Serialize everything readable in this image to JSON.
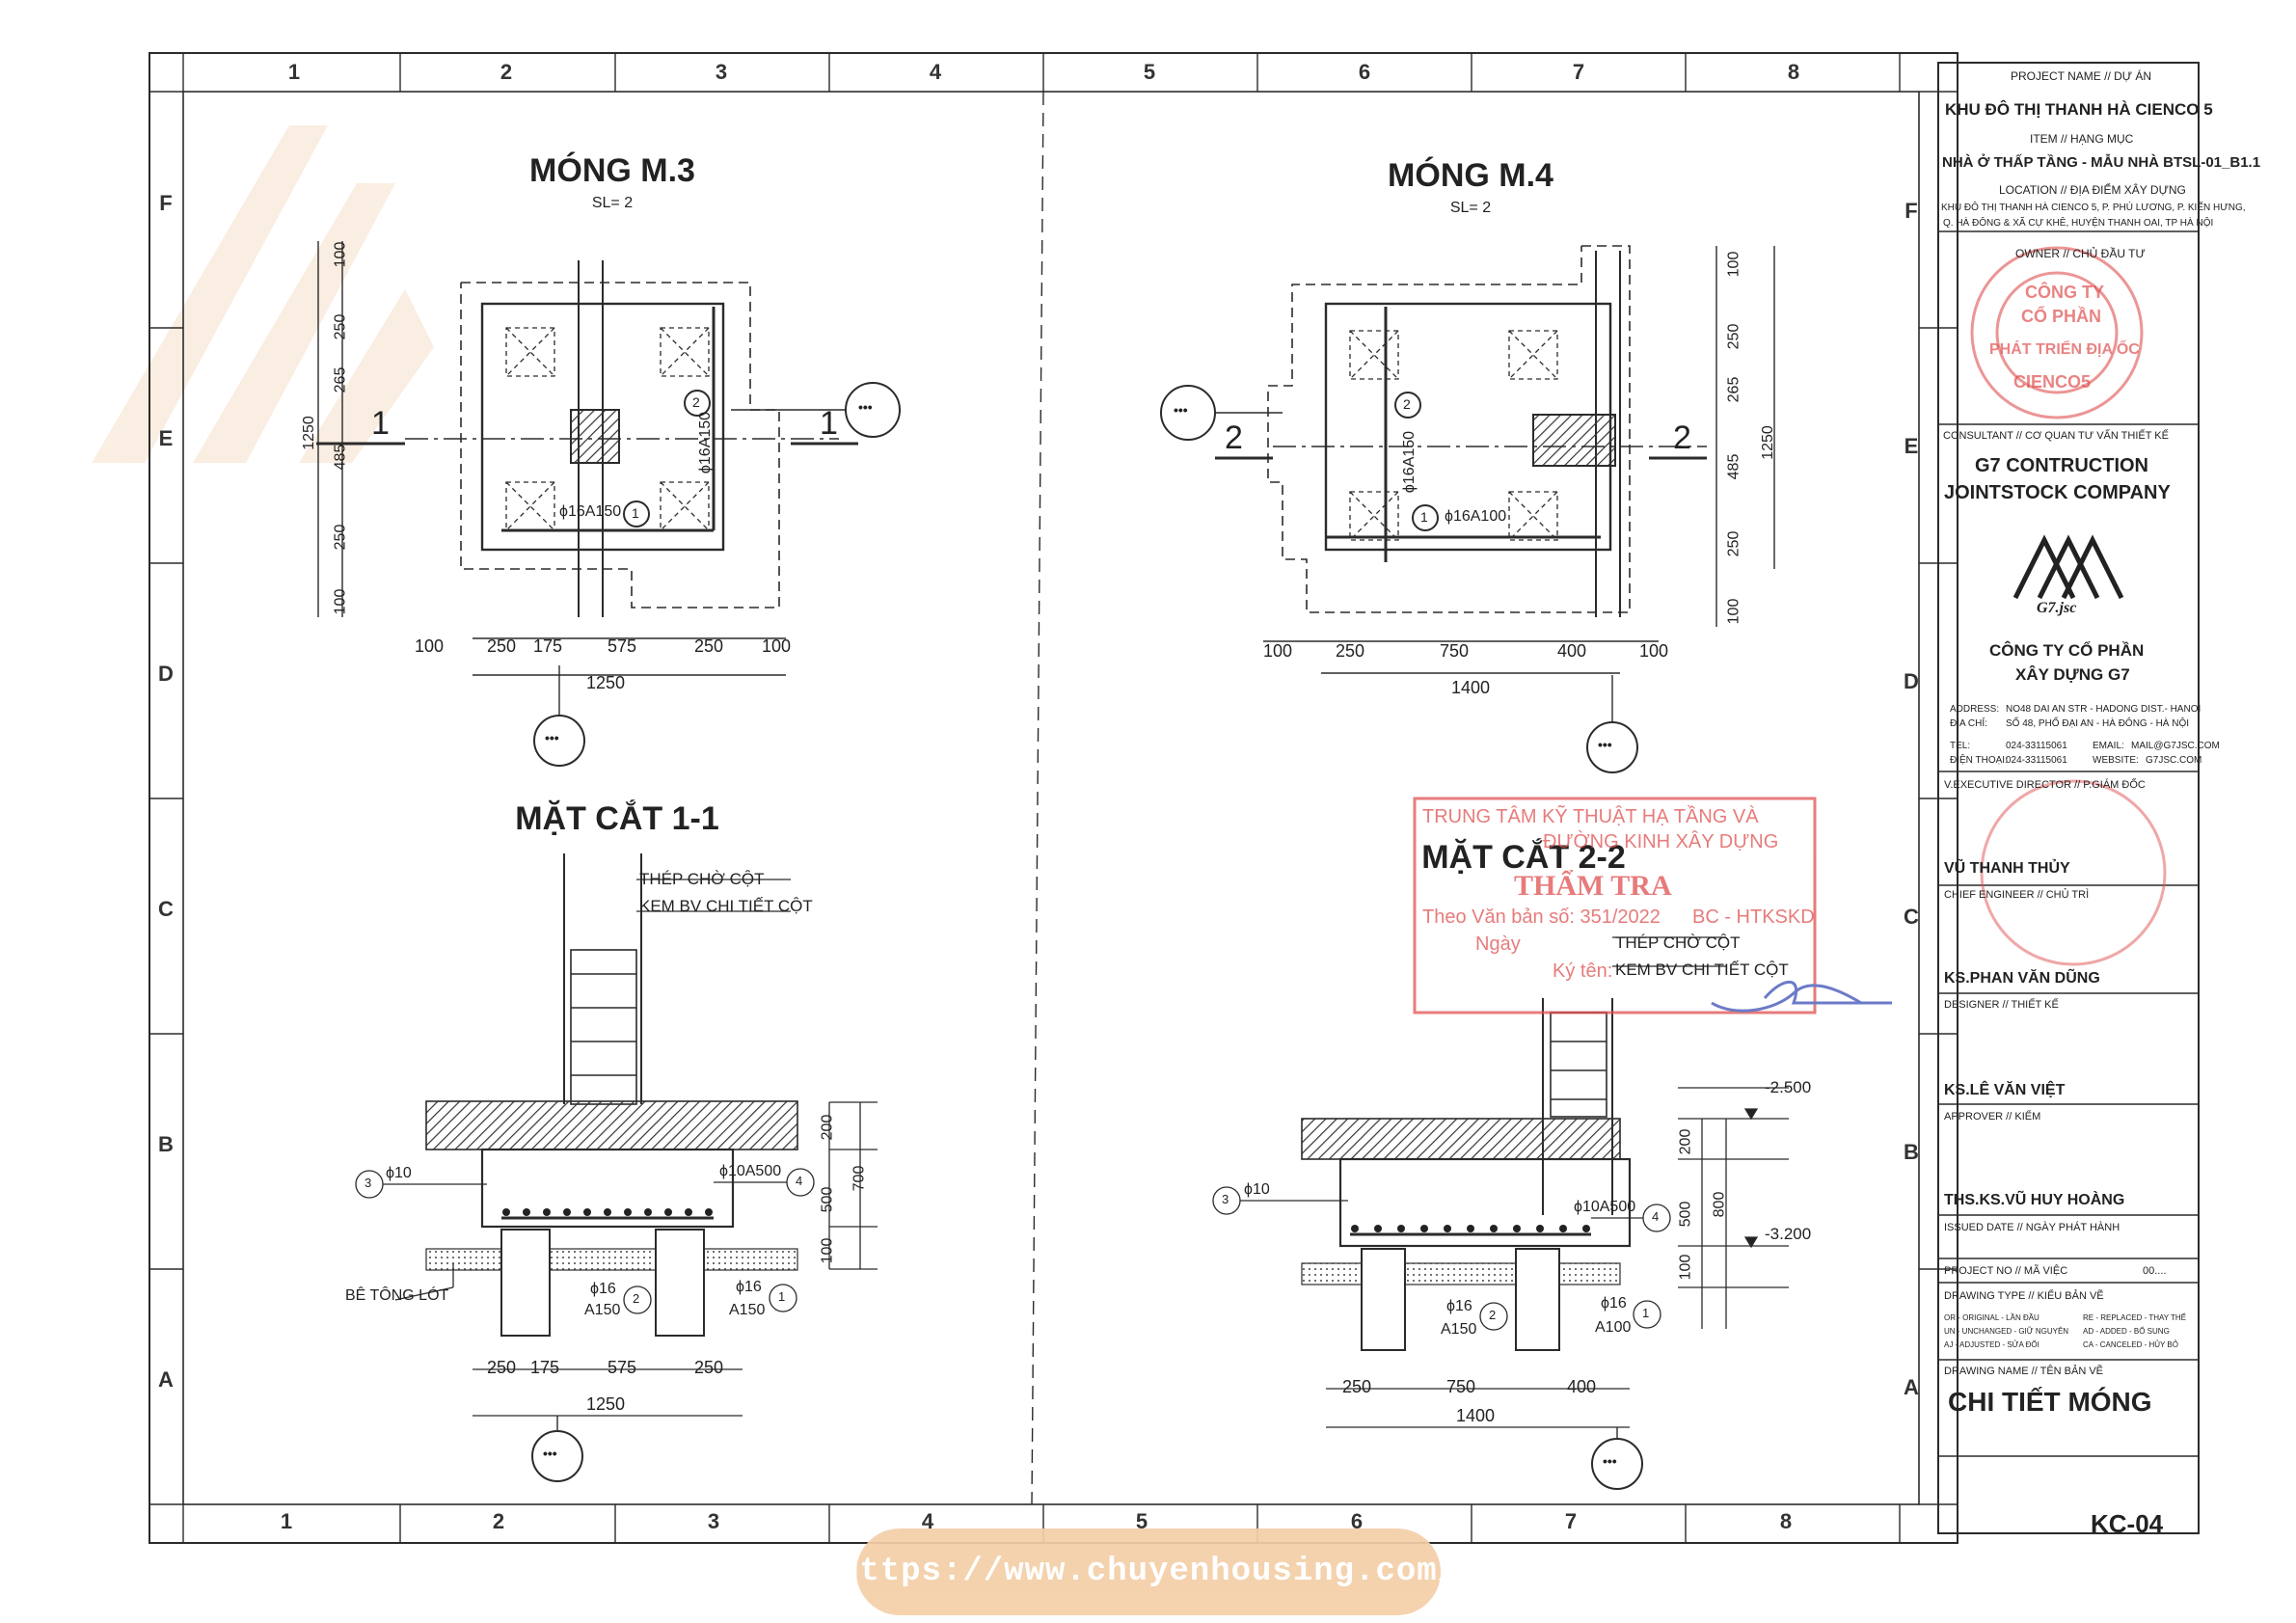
{
  "grid": {
    "cols": [
      "1",
      "2",
      "3",
      "4",
      "5",
      "6",
      "7",
      "8"
    ],
    "rows": [
      "F",
      "E",
      "D",
      "C",
      "B",
      "A"
    ]
  },
  "views": {
    "m3": {
      "title": "MÓNG M.3",
      "qty": "SL= 2",
      "dims_bottom": [
        "100",
        "250",
        "175",
        "575",
        "250",
        "100"
      ],
      "total": "1250",
      "dims_left": [
        "100",
        "250",
        "265",
        "485",
        "250",
        "100"
      ],
      "total_left": "1250",
      "rebar1": "ϕ16A150",
      "rebar2": "ϕ16A150",
      "n1": "1",
      "n2": "2",
      "cut": "1"
    },
    "m4": {
      "title": "MÓNG M.4",
      "qty": "SL= 2",
      "dims_bottom": [
        "100",
        "250",
        "750",
        "400",
        "100"
      ],
      "total": "1400",
      "dims_right": [
        "100",
        "250",
        "265",
        "485",
        "250",
        "100"
      ],
      "total_right": "1250",
      "rebar1": "ϕ16A100",
      "rebar2": "ϕ16A150",
      "n1": "1",
      "n2": "2",
      "cut": "2"
    },
    "s11": {
      "title": "MẶT CẮT 1-1",
      "note1": "THÉP CHỜ CỘT",
      "note2": "KEM BV CHI TIẾT CỘT",
      "lean": "BÊ TÔNG LÓT",
      "r3": "ϕ10",
      "r4": "ϕ10A500",
      "r2a": "ϕ16",
      "r2b": "A150",
      "r1a": "ϕ16",
      "r1b": "A150",
      "dims_bottom": [
        "250",
        "175",
        "575",
        "250"
      ],
      "total": "1250",
      "dims_right": [
        "200",
        "500",
        "100"
      ],
      "total_right": "700",
      "n1": "1",
      "n2": "2",
      "n3": "3",
      "n4": "4"
    },
    "s22": {
      "title": "MẶT CẮT 2-2",
      "note1": "THÉP CHỜ CỘT",
      "note2": "KEM BV CHI TIẾT CỘT",
      "r3": "ϕ10",
      "r4": "ϕ10A500",
      "r2a": "ϕ16",
      "r2b": "A150",
      "r1a": "ϕ16",
      "r1b": "A100",
      "dims_bottom": [
        "250",
        "750",
        "400"
      ],
      "total": "1400",
      "dims_right": [
        "200",
        "500",
        "100"
      ],
      "total_right": "800",
      "lvl1": "-2.500",
      "lvl2": "-3.200",
      "n1": "1",
      "n2": "2",
      "n3": "3",
      "n4": "4"
    }
  },
  "callout_symbol": "•••",
  "stamp_review": {
    "line1": "TRUNG TÂM KỸ THUẬT HẠ TẦNG VÀ",
    "line2": "ĐƯỜNG KINH XÂY DỰNG",
    "line3": "THẨM TRA",
    "line4": "Theo Văn bản số: 351/2022",
    "line5": "BC - HTKSKD",
    "line6": "Ngày",
    "line7": "Ký tên:"
  },
  "title_block": {
    "project_label": "PROJECT NAME // DỰ ÁN",
    "project": "KHU ĐÔ THỊ THANH HÀ CIENCO 5",
    "item_label": "ITEM // HẠNG MỤC",
    "item": "NHÀ Ở THẤP TẦNG - MẪU NHÀ BTSL-01_B1.1",
    "location_label": "LOCATION // ĐỊA ĐIỂM XÂY DỰNG",
    "location1": "KHU ĐÔ THỊ THANH HÀ CIENCO 5, P. PHÚ LƯƠNG, P. KIẾN HƯNG,",
    "location2": "Q. HÀ ĐÔNG & XÃ CỰ KHÊ, HUYỆN THANH OAI, TP HÀ NỘI",
    "owner_label": "OWNER // CHỦ ĐẦU TƯ",
    "owner_stamp1": "CÔNG TY",
    "owner_stamp2": "CỔ PHẦN",
    "owner_stamp3": "PHÁT TRIỂN ĐỊA ỐC",
    "owner_stamp4": "CIENCO5",
    "consultant_label": "CONSULTANT // CƠ QUAN TƯ VẤN THIẾT KẾ",
    "consultant1": "G7 CONTRUCTION",
    "consultant2": "JOINTSTOCK COMPANY",
    "logo_text": "G7.jsc",
    "company1": "CÔNG TY CỔ PHẦN",
    "company2": "XÂY DỰNG G7",
    "addr_label": "ADDRESS:",
    "addr": "NO48 DAI AN STR - HADONG DIST.- HANOI",
    "addr_vn_label": "ĐỊA CHỈ:",
    "addr_vn": "SỐ 48, PHỐ ĐẠI AN - HÀ ĐÔNG - HÀ NỘI",
    "tel_label": "TEL:",
    "tel": "024-33115061",
    "email_label": "EMAIL:",
    "email": "MAIL@G7JSC.COM",
    "phone_label": "ĐIỆN THOẠI:",
    "phone": "024-33115061",
    "web_label": "WEBSITE:",
    "web": "G7JSC.COM",
    "director_label": "V.EXECUTIVE DIRECTOR // P.GIÁM ĐỐC",
    "director": "VŨ THANH THỦY",
    "chief_label": "CHIEF ENGINEER // CHỦ TRÌ",
    "chief": "KS.PHAN VĂN DŨNG",
    "designer_label": "DESIGNER // THIẾT KẾ",
    "designer": "KS.LÊ VĂN VIỆT",
    "approver_label": "APPROVER // KIỂM",
    "approver": "THS.KS.VŨ HUY HOÀNG",
    "issued_label": "ISSUED DATE // NGÀY PHÁT HÀNH",
    "projno_label": "PROJECT NO // MÃ VIỆC",
    "projno": "00....",
    "dtype_label": "DRAWING TYPE // KIỂU BẢN VẼ",
    "legend": [
      [
        "OR - ORIGINAL - LẦN ĐẦU",
        "RE - REPLACED - THAY THẾ"
      ],
      [
        "UN - UNCHANGED - GIỮ NGUYÊN",
        "AD - ADDED - BỔ SUNG"
      ],
      [
        "AJ - ADJUSTED - SỬA ĐỔI",
        "CA - CANCELED - HỦY BỎ"
      ]
    ],
    "dname_label": "DRAWING NAME // TÊN BẢN VẼ",
    "dname": "CHI TIẾT MÓNG",
    "code": "KC-04"
  },
  "url": "https://www.chuyenhousing.com/",
  "colors": {
    "line": "#2b2b2b",
    "stamp_red": "#e05050",
    "ink_blue": "#3a4fb5",
    "pill": "#f4cfa8"
  }
}
